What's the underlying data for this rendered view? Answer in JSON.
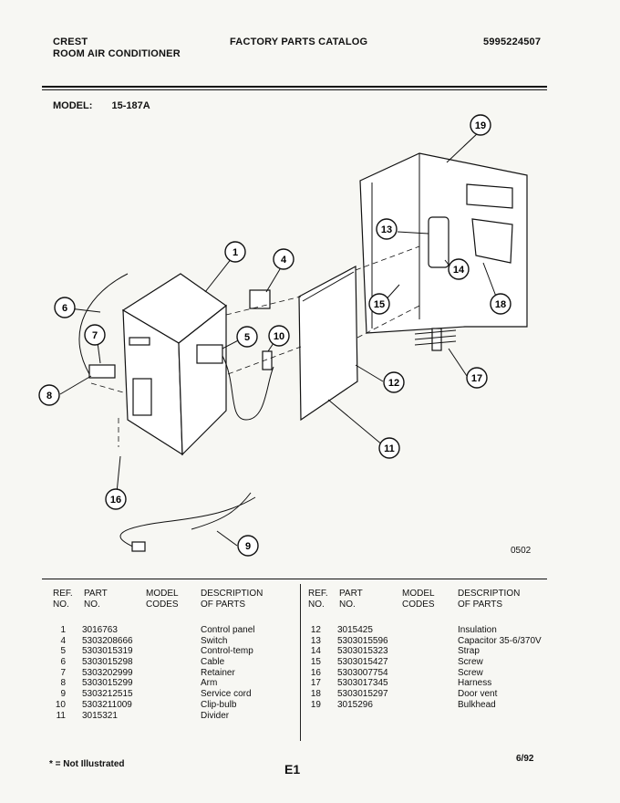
{
  "header": {
    "brand_line1": "CREST",
    "brand_line2": "ROOM AIR CONDITIONER",
    "catalog_title": "FACTORY PARTS CATALOG",
    "publication_number": "5995224507"
  },
  "model": {
    "label": "MODEL:",
    "value": "15-187A"
  },
  "diagram": {
    "code": "0502",
    "callouts": [
      "1",
      "4",
      "5",
      "6",
      "7",
      "8",
      "9",
      "10",
      "11",
      "12",
      "13",
      "14",
      "15",
      "16",
      "17",
      "18",
      "19"
    ]
  },
  "table": {
    "headers": {
      "ref_line1": "REF.",
      "ref_line2": "NO.",
      "part_line1": "PART",
      "part_line2": "NO.",
      "model_line1": "MODEL",
      "model_line2": "CODES",
      "desc_line1": "DESCRIPTION",
      "desc_line2": "OF PARTS"
    },
    "left": [
      {
        "ref": "1",
        "part": "3016763",
        "model": "",
        "desc": "Control panel"
      },
      {
        "ref": "4",
        "part": "5303208666",
        "model": "",
        "desc": "Switch"
      },
      {
        "ref": "5",
        "part": "5303015319",
        "model": "",
        "desc": "Control-temp"
      },
      {
        "ref": "6",
        "part": "5303015298",
        "model": "",
        "desc": "Cable"
      },
      {
        "ref": "7",
        "part": "5303202999",
        "model": "",
        "desc": "Retainer"
      },
      {
        "ref": "8",
        "part": "5303015299",
        "model": "",
        "desc": "Arm"
      },
      {
        "ref": "9",
        "part": "5303212515",
        "model": "",
        "desc": "Service cord"
      },
      {
        "ref": "10",
        "part": "5303211009",
        "model": "",
        "desc": "Clip-bulb"
      },
      {
        "ref": "11",
        "part": "3015321",
        "model": "",
        "desc": "Divider"
      }
    ],
    "right": [
      {
        "ref": "12",
        "part": "3015425",
        "model": "",
        "desc": "Insulation"
      },
      {
        "ref": "13",
        "part": "5303015596",
        "model": "",
        "desc": "Capacitor 35-6/370V"
      },
      {
        "ref": "14",
        "part": "5303015323",
        "model": "",
        "desc": "Strap"
      },
      {
        "ref": "15",
        "part": "5303015427",
        "model": "",
        "desc": "Screw"
      },
      {
        "ref": "16",
        "part": "5303007754",
        "model": "",
        "desc": "Screw"
      },
      {
        "ref": "17",
        "part": "5303017345",
        "model": "",
        "desc": "Harness"
      },
      {
        "ref": "18",
        "part": "5303015297",
        "model": "",
        "desc": "Door vent"
      },
      {
        "ref": "19",
        "part": "3015296",
        "model": "",
        "desc": "Bulkhead"
      }
    ]
  },
  "footer": {
    "note": "* = Not Illustrated",
    "page_id": "E1",
    "date": "6/92"
  }
}
